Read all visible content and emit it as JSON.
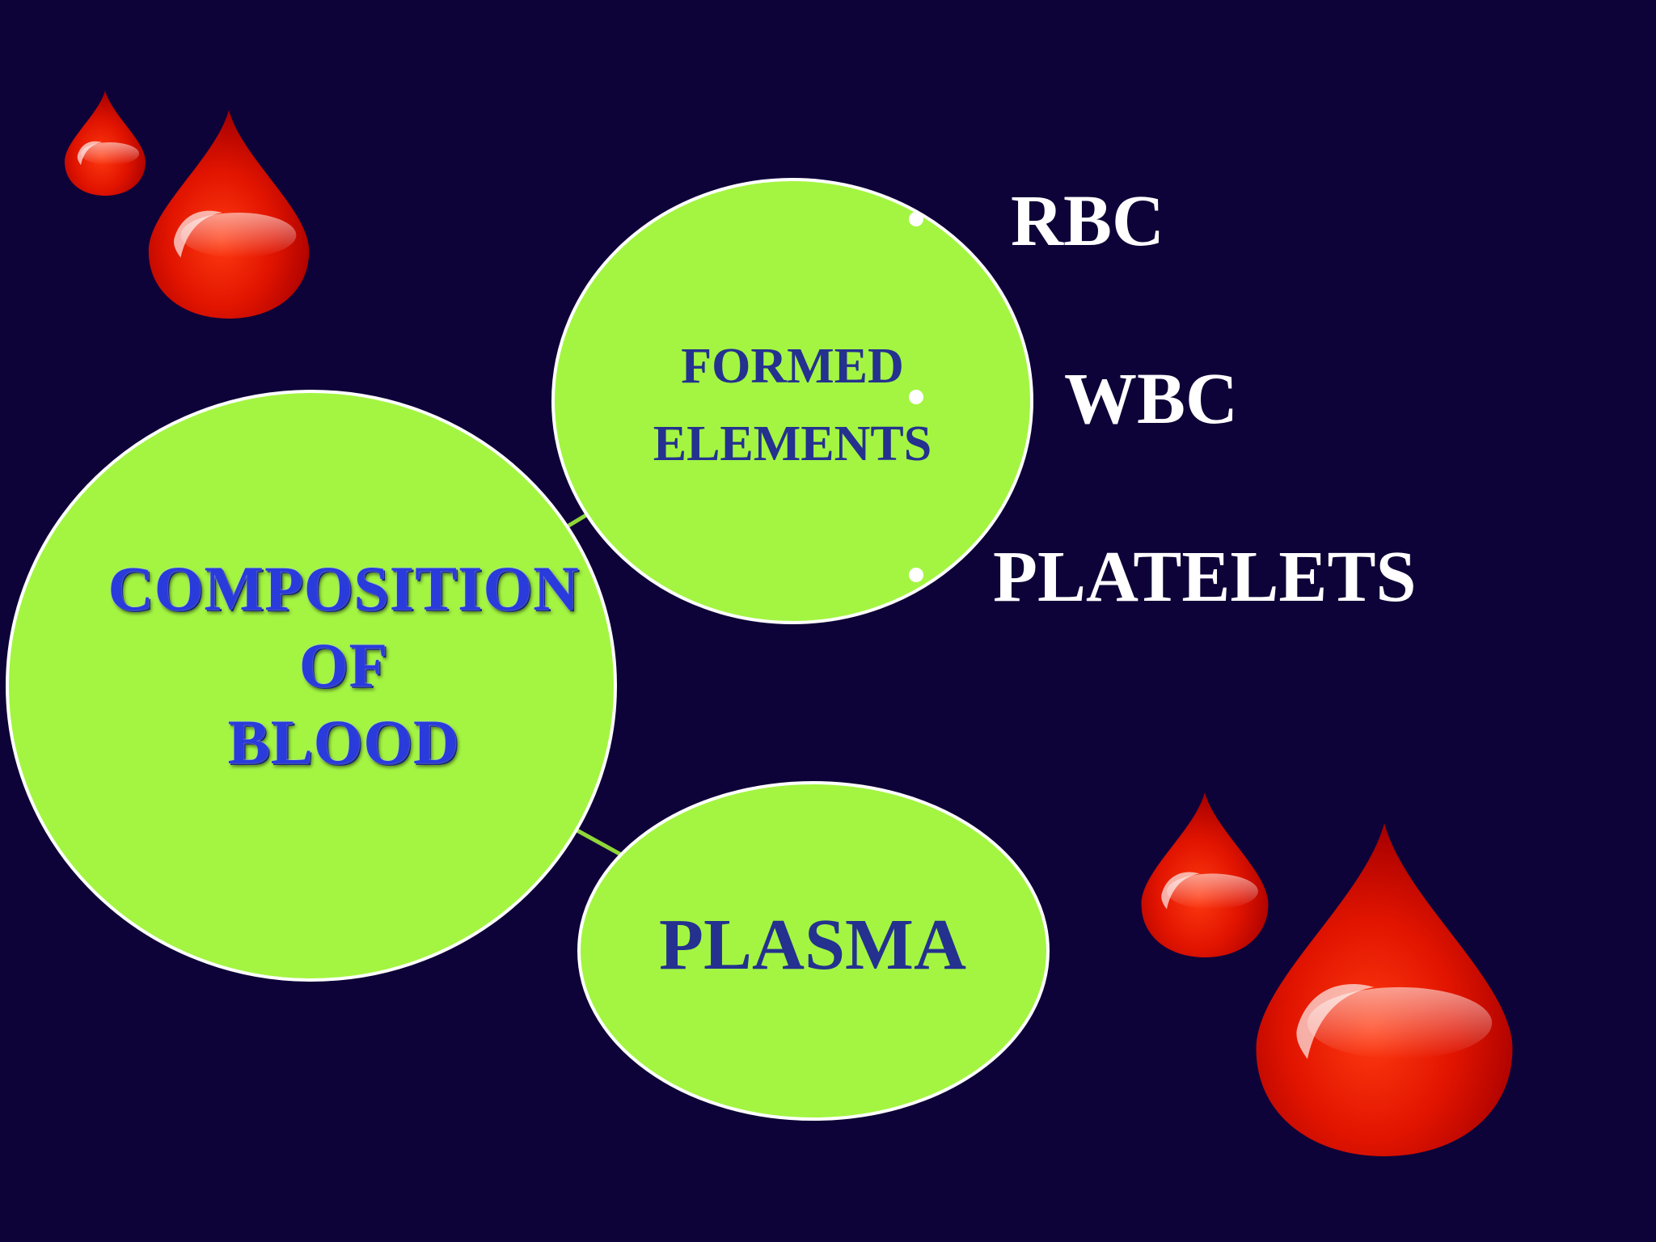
{
  "diagram": {
    "center": {
      "label_lines": [
        "COMPOSITION",
        "OF",
        "BLOOD"
      ]
    },
    "branches": [
      {
        "label_lines": [
          "FORMED",
          "ELEMENTS"
        ],
        "children": [
          "RBC",
          "WBC",
          "PLATELETS"
        ]
      },
      {
        "label_lines": [
          "PLASMA"
        ]
      }
    ]
  },
  "colors": {
    "background": "#0e0338",
    "circle_fill": "#a3f542",
    "circle_border": "#ffffff",
    "connector": "#8fd63a",
    "label_text": "#24318f",
    "child_text": "#ffffff",
    "drop": "#d50f00"
  },
  "decorations": [
    "blood-drop-icon",
    "blood-drop-icon",
    "blood-drop-icon",
    "blood-drop-icon"
  ]
}
